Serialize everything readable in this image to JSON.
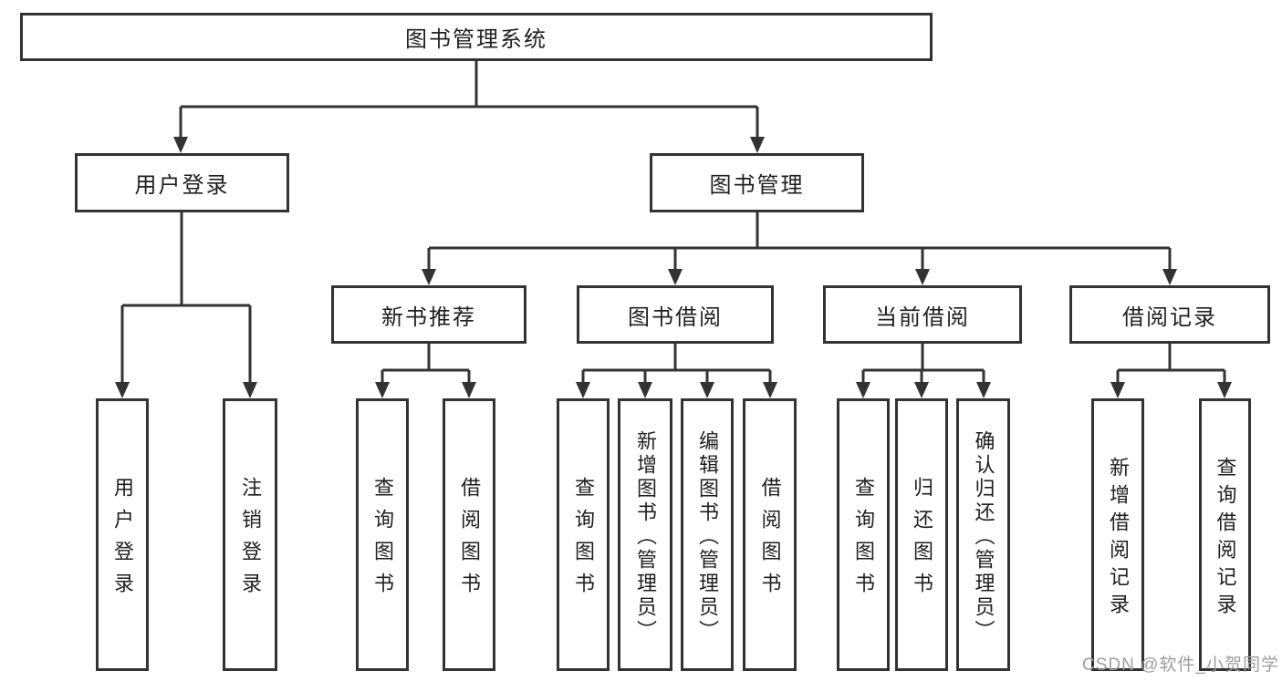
{
  "colors": {
    "line": "#333333",
    "box_border": "#333333",
    "text": "#1f1f1f",
    "watermark": "#9e9e9e",
    "background": "#ffffff"
  },
  "diagram": {
    "root": {
      "label": "图书管理系统"
    },
    "branches": [
      {
        "label": "用户登录",
        "children": [
          "用户登录",
          "注销登录"
        ]
      },
      {
        "label": "图书管理",
        "groups": [
          {
            "label": "新书推荐",
            "children": [
              "查询图书",
              "借阅图书"
            ]
          },
          {
            "label": "图书借阅",
            "children": [
              "查询图书",
              "新增图书（管理员）",
              "编辑图书（管理员）",
              "借阅图书"
            ]
          },
          {
            "label": "当前借阅",
            "children": [
              "查询图书",
              "归还图书",
              "确认归还（管理员）"
            ]
          },
          {
            "label": "借阅记录",
            "children": [
              "新增借阅记录",
              "查询借阅记录"
            ]
          }
        ]
      }
    ]
  },
  "watermark": "CSDN @软件_小贺同学"
}
